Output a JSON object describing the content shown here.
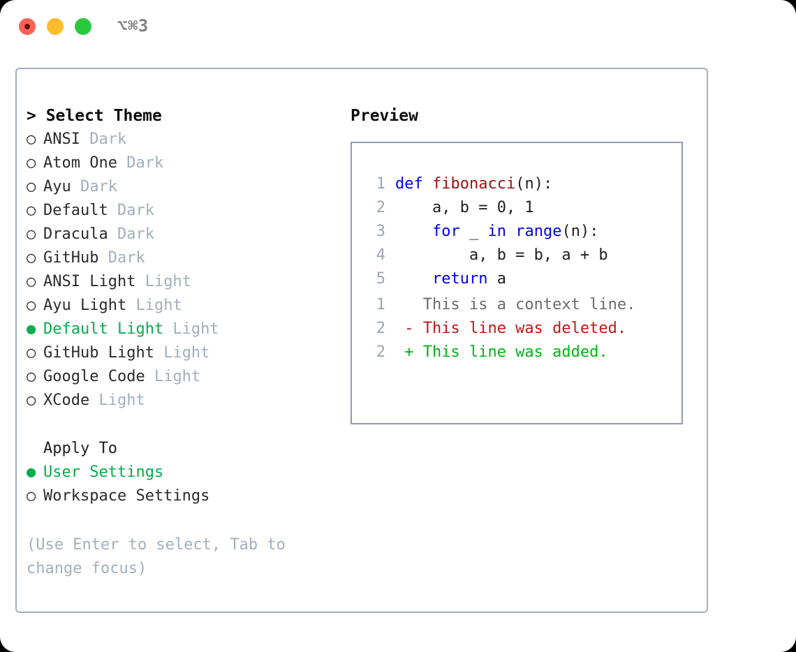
{
  "window": {
    "shortcut": "⌥⌘3",
    "traffic_lights": [
      {
        "name": "close",
        "color": "#fa6158"
      },
      {
        "name": "minimize",
        "color": "#fcbd2e"
      },
      {
        "name": "zoom",
        "color": "#28c93f"
      }
    ]
  },
  "theme_picker": {
    "heading": "> Select Theme",
    "bullet_selected": "●",
    "bullet_unselected": "○",
    "items": [
      {
        "name": "ANSI",
        "kind": "Dark",
        "selected": false
      },
      {
        "name": "Atom One",
        "kind": "Dark",
        "selected": false
      },
      {
        "name": "Ayu",
        "kind": "Dark",
        "selected": false
      },
      {
        "name": "Default",
        "kind": "Dark",
        "selected": false
      },
      {
        "name": "Dracula",
        "kind": "Dark",
        "selected": false
      },
      {
        "name": "GitHub",
        "kind": "Dark",
        "selected": false
      },
      {
        "name": "ANSI Light",
        "kind": "Light",
        "selected": false
      },
      {
        "name": "Ayu Light",
        "kind": "Light",
        "selected": false
      },
      {
        "name": "Default Light",
        "kind": "Light",
        "selected": true
      },
      {
        "name": "GitHub Light",
        "kind": "Light",
        "selected": false
      },
      {
        "name": "Google Code",
        "kind": "Light",
        "selected": false
      },
      {
        "name": "XCode",
        "kind": "Light",
        "selected": false
      }
    ]
  },
  "apply_to": {
    "heading": "Apply To",
    "options": [
      {
        "label": "User Settings",
        "selected": true
      },
      {
        "label": "Workspace Settings",
        "selected": false
      }
    ]
  },
  "hint": "(Use Enter to select, Tab to change focus)",
  "preview": {
    "title": "Preview",
    "code_lines": [
      {
        "num": "1",
        "tokens": [
          {
            "t": "def ",
            "c": "kw"
          },
          {
            "t": "fibonacci",
            "c": "fn"
          },
          {
            "t": "(n):",
            "c": "pl"
          }
        ]
      },
      {
        "num": "2",
        "tokens": [
          {
            "t": "    a, b = 0, 1",
            "c": "pl"
          }
        ]
      },
      {
        "num": "3",
        "tokens": [
          {
            "t": "    ",
            "c": "pl"
          },
          {
            "t": "for",
            "c": "kw"
          },
          {
            "t": " _ ",
            "c": "pl"
          },
          {
            "t": "in",
            "c": "kw"
          },
          {
            "t": " ",
            "c": "pl"
          },
          {
            "t": "range",
            "c": "kw"
          },
          {
            "t": "(n):",
            "c": "pl"
          }
        ]
      },
      {
        "num": "4",
        "tokens": [
          {
            "t": "        a, b = b, a + b",
            "c": "pl"
          }
        ]
      },
      {
        "num": "5",
        "tokens": [
          {
            "t": "    ",
            "c": "pl"
          },
          {
            "t": "return",
            "c": "kw"
          },
          {
            "t": " a",
            "c": "pl"
          }
        ]
      }
    ],
    "diff_lines": [
      {
        "num": "1",
        "marker": "  ",
        "text": "This is a context line.",
        "kind": "diff-ctx"
      },
      {
        "num": "2",
        "marker": "- ",
        "text": "This line was deleted.",
        "kind": "diff-del"
      },
      {
        "num": "2",
        "marker": "+ ",
        "text": "This line was added.",
        "kind": "diff-add"
      }
    ]
  },
  "colors": {
    "accent_green": "#06ad4b",
    "muted": "#a3aebd",
    "keyword_blue": "#0000ee",
    "function_red": "#a01010",
    "diff_add": "#00b515",
    "diff_del": "#c01616",
    "border": "#a3aebd"
  }
}
